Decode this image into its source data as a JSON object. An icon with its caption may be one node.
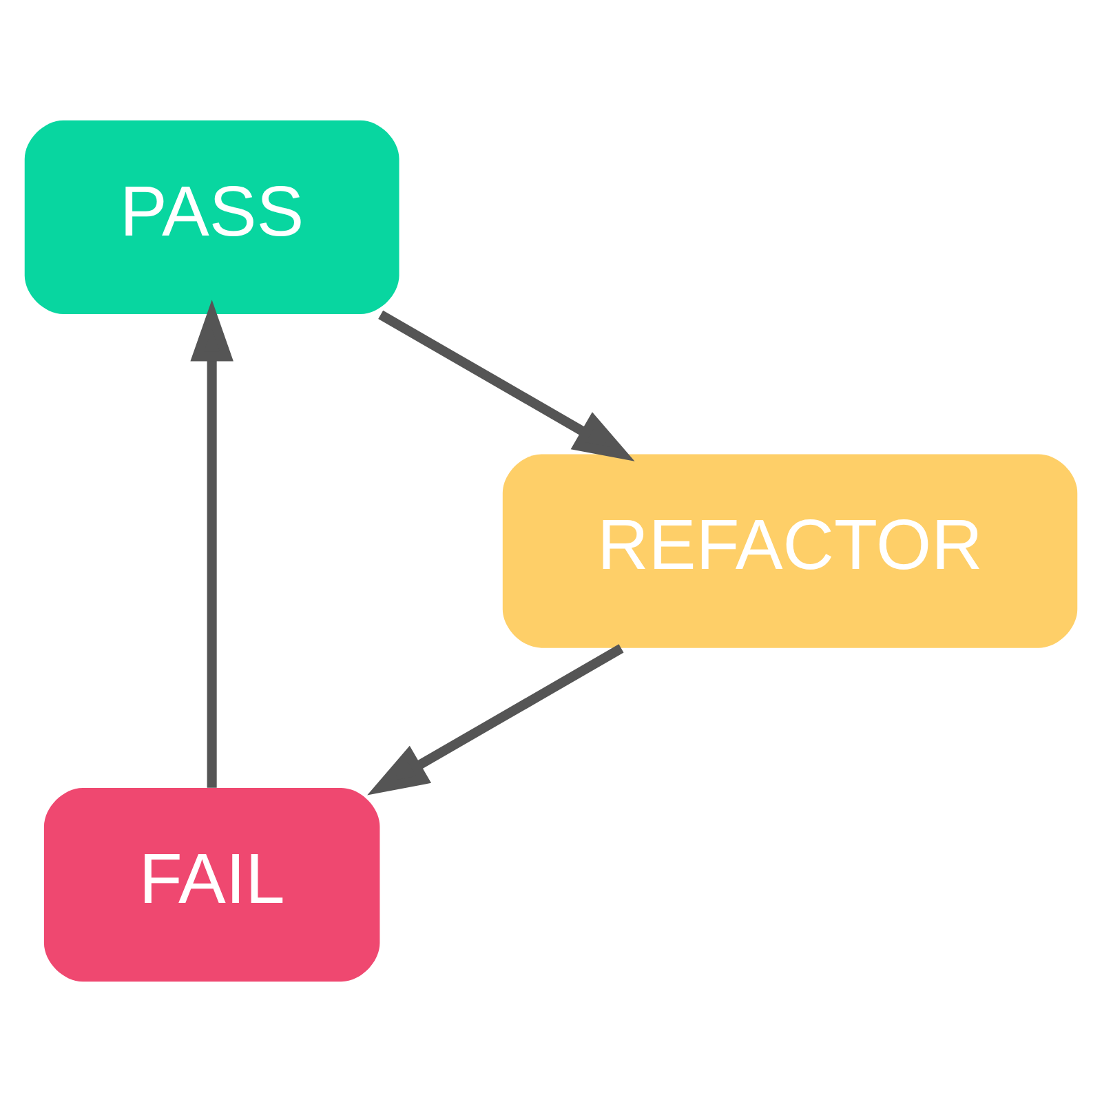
{
  "diagram": {
    "nodes": [
      {
        "text": [
          "FAIL"
        ]
      },
      {
        "text": [
          "PASS"
        ]
      },
      {
        "text": [
          "REFACTOR"
        ]
      }
    ],
    "edges": [
      {
        "from": 0,
        "to": 1,
        "arrow": "to"
      },
      {
        "from": 1,
        "to": 2,
        "arrow": "to"
      },
      {
        "from": 2,
        "to": 0,
        "arrow": "to"
      }
    ]
  }
}
